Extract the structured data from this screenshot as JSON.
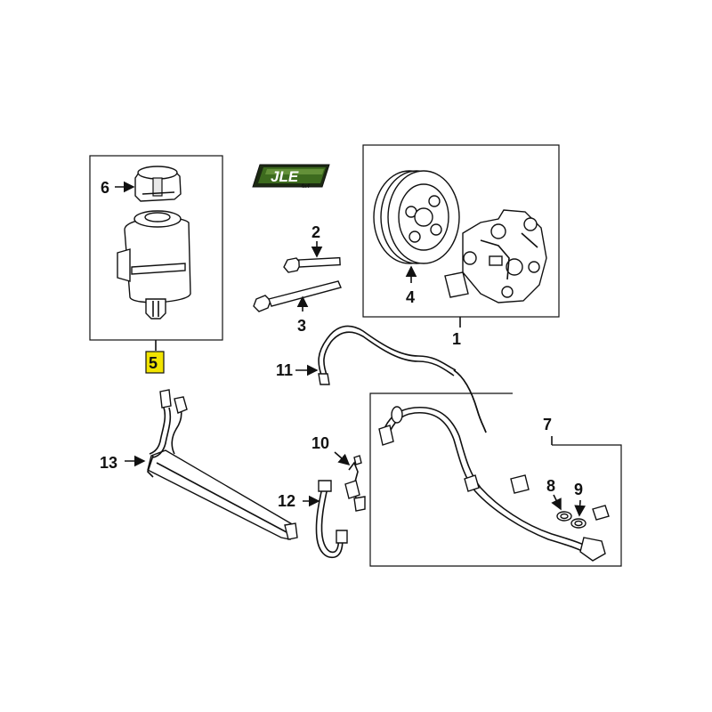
{
  "logo": {
    "text": "JLE",
    "subtext": "4x4",
    "color_green": "#3d6b1e",
    "color_dark": "#1c2a12"
  },
  "callouts": {
    "c1": "1",
    "c2": "2",
    "c3": "3",
    "c4": "4",
    "c5": "5",
    "c6": "6",
    "c7": "7",
    "c8": "8",
    "c9": "9",
    "c10": "10",
    "c11": "11",
    "c12": "12",
    "c13": "13"
  },
  "highlight_color": "#f2e400",
  "line_color": "#111111"
}
